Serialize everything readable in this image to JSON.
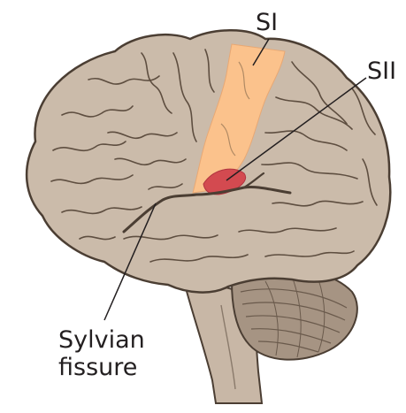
{
  "labels": {
    "si": "SI",
    "sii": "SII",
    "sylvian_line1": "Sylvian",
    "sylvian_line2": "fissure"
  },
  "colors": {
    "cortex": "#cbbbaa",
    "cortex_outline": "#4b3e33",
    "sulci": "#5e4e40",
    "primary_somatosensory": "#fbc28c",
    "secondary_somatosensory": "#d34a50",
    "brainstem": "#c8b7a6",
    "cerebellum": "#a69483",
    "leader_line": "#231f20",
    "text": "#231f20"
  }
}
